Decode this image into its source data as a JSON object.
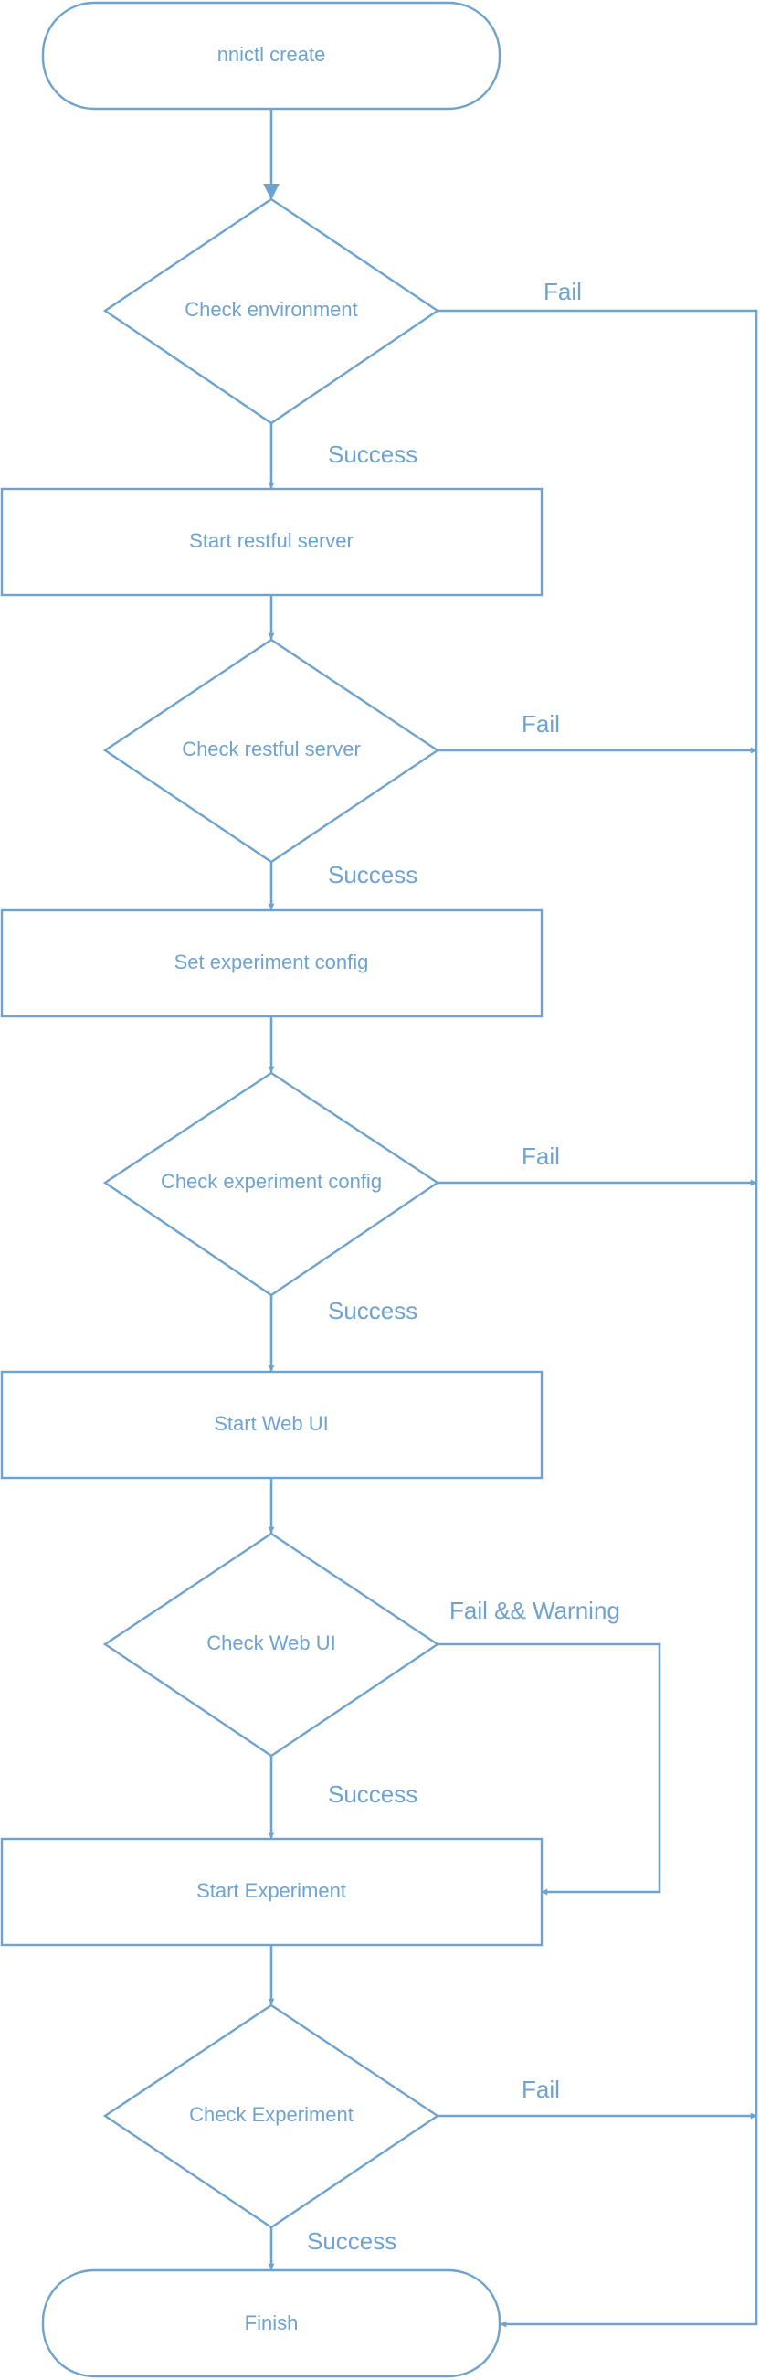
{
  "nodes": {
    "start": "nnictl create",
    "check_environment": "Check environment",
    "start_restful_server": "Start restful server",
    "check_restful_server": "Check restful server",
    "set_experiment_config": "Set experiment config",
    "check_experiment_config": "Check experiment config",
    "start_web_ui": "Start Web UI",
    "check_web_ui": "Check Web UI",
    "start_experiment": "Start Experiment",
    "check_experiment": "Check Experiment",
    "finish": "Finish"
  },
  "edges": {
    "env_success": "Success",
    "env_fail": "Fail",
    "restful_success": "Success",
    "restful_fail": "Fail",
    "config_success": "Success",
    "config_fail": "Fail",
    "webui_success": "Success",
    "webui_fail_warning": "Fail && Warning",
    "experiment_success": "Success",
    "experiment_fail": "Fail"
  },
  "colors": {
    "stroke": "#6fa3cf",
    "text": "#6fa3cf",
    "background": "#ffffff"
  }
}
